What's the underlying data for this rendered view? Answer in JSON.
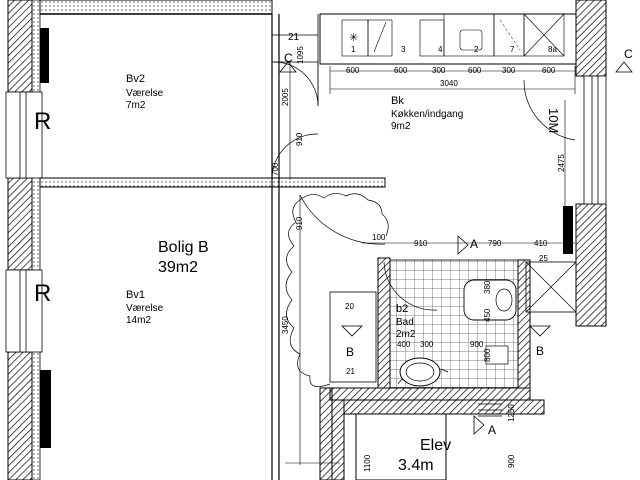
{
  "rooms": {
    "bv2": {
      "code": "Bv2",
      "name": "Værelse",
      "area": "7m2"
    },
    "bk": {
      "code": "Bk",
      "name": "Køkken/indgang",
      "area": "9m2"
    },
    "bv1": {
      "code": "Bv1",
      "name": "Værelse",
      "area": "14m2"
    },
    "b2": {
      "code": "b2",
      "name": "Bad",
      "area": "2m2"
    },
    "bolig": {
      "name": "Bolig B",
      "area": "39m2"
    },
    "elev": {
      "name": "Elev",
      "area": "3.4m"
    }
  },
  "kitchen_modules": [
    "1",
    "3",
    "4",
    "2",
    "7",
    "8a"
  ],
  "dimensions": {
    "top_chain": [
      "600",
      "600",
      "300",
      "600",
      "300",
      "600"
    ],
    "total_3040": "3040",
    "d_21": "21",
    "d_1095": "1095",
    "d_2005": "2005",
    "d_910a": "910",
    "d_700": "700",
    "d_910b": "910",
    "d_2475": "2475",
    "d_100": "100",
    "d_910c": "910",
    "d_790": "790",
    "d_410": "410",
    "d_25": "25",
    "d_3450": "3450",
    "d_20": "20",
    "d_21b": "21",
    "d_400": "400",
    "d_300": "300",
    "d_900": "900",
    "d_380": "380",
    "d_450": "450",
    "d_800": "800",
    "d_1250": "1250",
    "d_900b": "900",
    "d_1100": "1100",
    "d_10m": "10M"
  },
  "section_marks": {
    "c_left": "C",
    "c_right": "C",
    "a_upper": "A",
    "a_lower": "A",
    "b_left": "B",
    "b_right": "B"
  },
  "wall_marks": {
    "r_upper": "R",
    "r_lower": "R"
  }
}
